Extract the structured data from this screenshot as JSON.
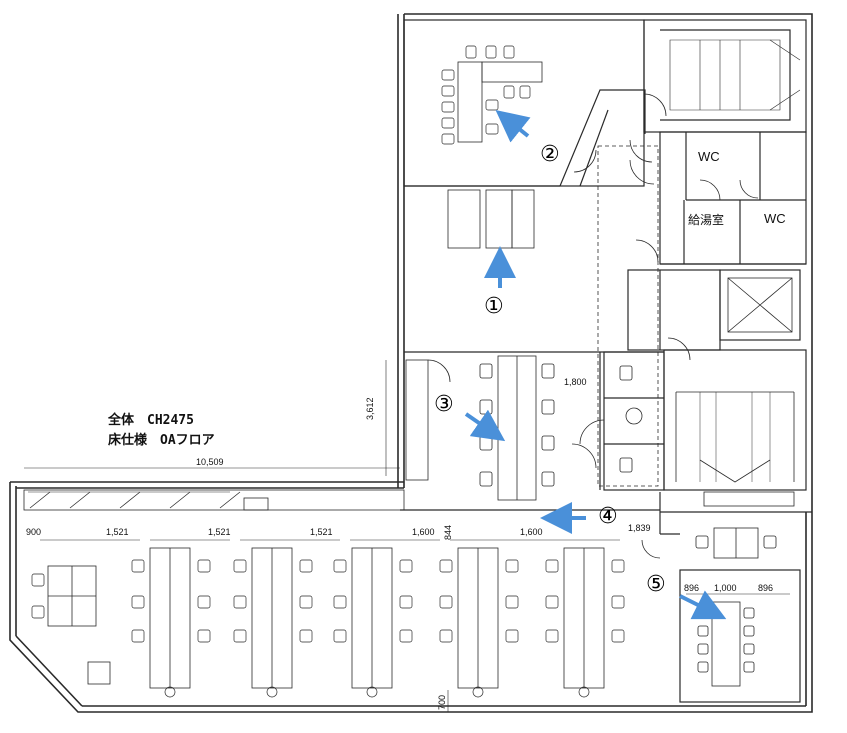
{
  "summary": {
    "line1": "全体　CH2475",
    "line2": "床仕様　OAフロア"
  },
  "dimensions": {
    "total_width": "10,509",
    "wall_height": "3,612",
    "seg_900": "900",
    "seg_1521_a": "1,521",
    "seg_1521_b": "1,521",
    "seg_1521_c": "1,521",
    "seg_1600_a": "1,600",
    "seg_1600_b": "1,600",
    "seg_844": "844",
    "seg_1800": "1,800",
    "seg_839": "1,839",
    "seg_700": "700",
    "meet_896_a": "896",
    "meet_1000": "1,000",
    "meet_896_b": "896"
  },
  "rooms": {
    "wc_top": "WC",
    "wc_right": "WC",
    "kitchen": "給湯室"
  },
  "markers": {
    "m1": "①",
    "m2": "②",
    "m3": "③",
    "m4": "④",
    "m5": "⑤"
  },
  "colors": {
    "wall": "#2a2a2a",
    "arrow": "#4a90d9",
    "background": "#ffffff"
  }
}
